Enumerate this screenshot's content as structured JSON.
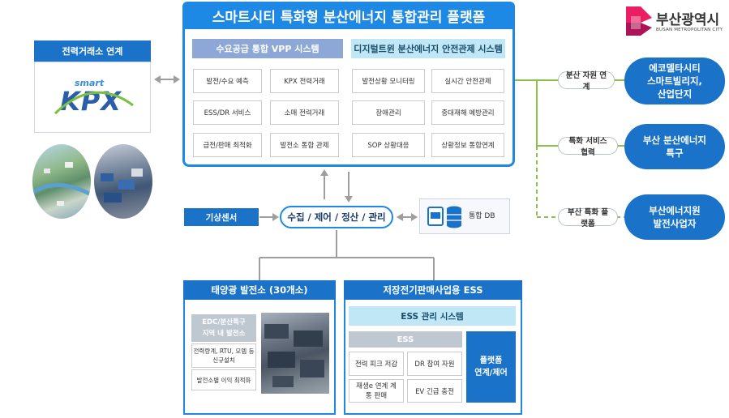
{
  "platform": {
    "title": "스마트시티 특화형 분산에너지 통합관리 플랫폼",
    "vpp": {
      "title": "수요공급 통합 VPP 시스템",
      "items": [
        "발전/수요 예측",
        "KPX 전력거래",
        "ESS/DR 서비스",
        "소매 전력거래",
        "급전/판매 최적화",
        "발전소 통합 관제"
      ]
    },
    "twin": {
      "title": "디지털트윈 분산에너지 안전관제 시스템",
      "items": [
        "발전상황 모니터링",
        "실시간 안전관제",
        "장애관리",
        "중대재해 예방관리",
        "SOP 상황대응",
        "상황정보 통합연계"
      ]
    }
  },
  "kpx": {
    "title": "전력거래소 연계",
    "logo_smart": "smart",
    "logo_text": "KPX"
  },
  "weather": "기상센서",
  "collect": "수집 / 제어 / 정산 / 관리",
  "db": {
    "label": "통합 DB",
    "icon": "database-icon"
  },
  "solar": {
    "title": "태양광 발전소 (30개소)",
    "tag1": [
      "EDC/분산특구",
      "지역 내 발전소"
    ],
    "tag2": [
      "전력량계, RTU, 모뎀 등",
      "신규설치"
    ],
    "tag3": "발전소별 이익 최적화"
  },
  "ess": {
    "title": "저장전기판매사업용 ESS",
    "system": "ESS 관리 시스템",
    "sub": "ESS",
    "items": [
      "전력 피크 저감",
      "DR 참여 자원",
      "재생e 연계 계통 판매",
      "EV 긴급 충전"
    ],
    "platform": [
      "플랫폼",
      "연계/제어"
    ]
  },
  "right": {
    "labels": [
      "분산 자원 연계",
      "특화 서비스 협력",
      "부산 특화 플랫폼"
    ],
    "boxes": [
      [
        "에코델타시티",
        "스마트빌리지,",
        "산업단지"
      ],
      [
        "부산 분산에너지",
        "특구"
      ],
      [
        "부산에너지원",
        "발전사업자"
      ]
    ]
  },
  "busan": {
    "name": "부산광역시",
    "sub": "BUSAN METROPOLITAN CITY",
    "brand_color": "#c2185b"
  },
  "colors": {
    "primary": "#1a73c9",
    "accent_line": "#8bc34a",
    "connector": "#9e9e9e"
  }
}
